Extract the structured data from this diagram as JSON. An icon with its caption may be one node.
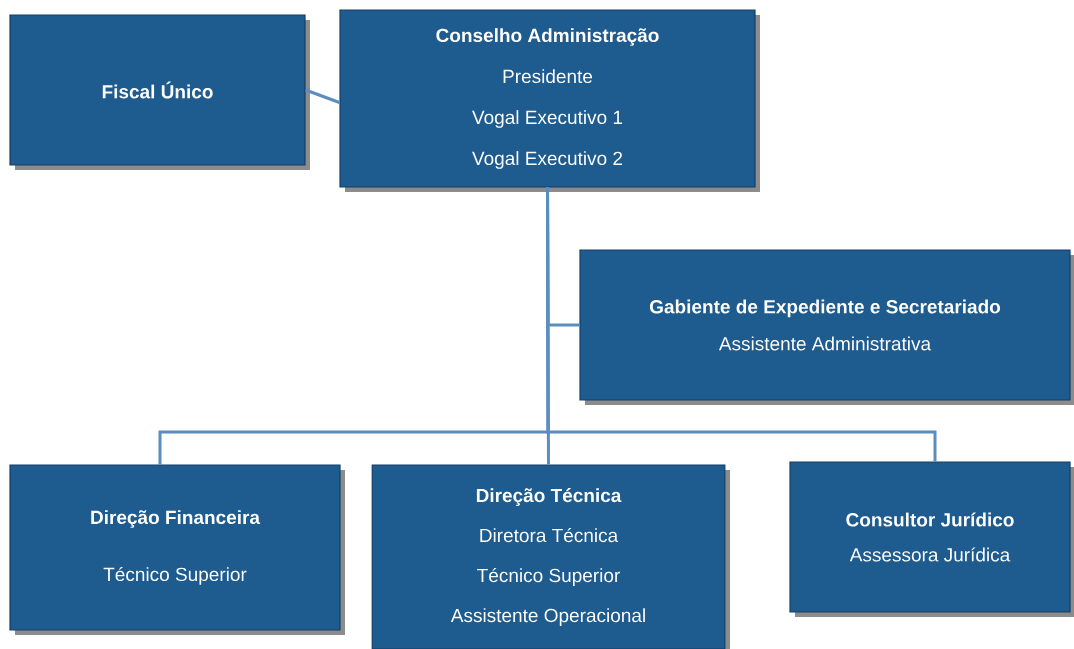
{
  "diagram": {
    "nodes": [
      {
        "text": [
          "Fiscal Único"
        ]
      },
      {
        "text": [
          "Conselho Administração",
          "Presidente",
          "Vogal Executivo 1",
          "Vogal Executivo 2"
        ]
      },
      {
        "text": [
          "Gabiente de Expediente e Secretariado",
          "Assistente Administrativa"
        ]
      },
      {
        "text": [
          "Direção Financeira",
          "Técnico Superior"
        ]
      },
      {
        "text": [
          "Direção Técnica",
          "Diretora Técnica",
          "Técnico Superior",
          "Assistente Operacional"
        ]
      },
      {
        "text": [
          "Consultor Jurídico",
          "Assessora Jurídica"
        ]
      }
    ],
    "edges": [
      {
        "from": 0,
        "to": 1,
        "arrow": "none"
      },
      {
        "from": 1,
        "to": 2,
        "arrow": "none"
      },
      {
        "from": 1,
        "to": 3,
        "arrow": "none"
      },
      {
        "from": 1,
        "to": 4,
        "arrow": "none"
      },
      {
        "from": 1,
        "to": 5,
        "arrow": "none"
      }
    ]
  }
}
